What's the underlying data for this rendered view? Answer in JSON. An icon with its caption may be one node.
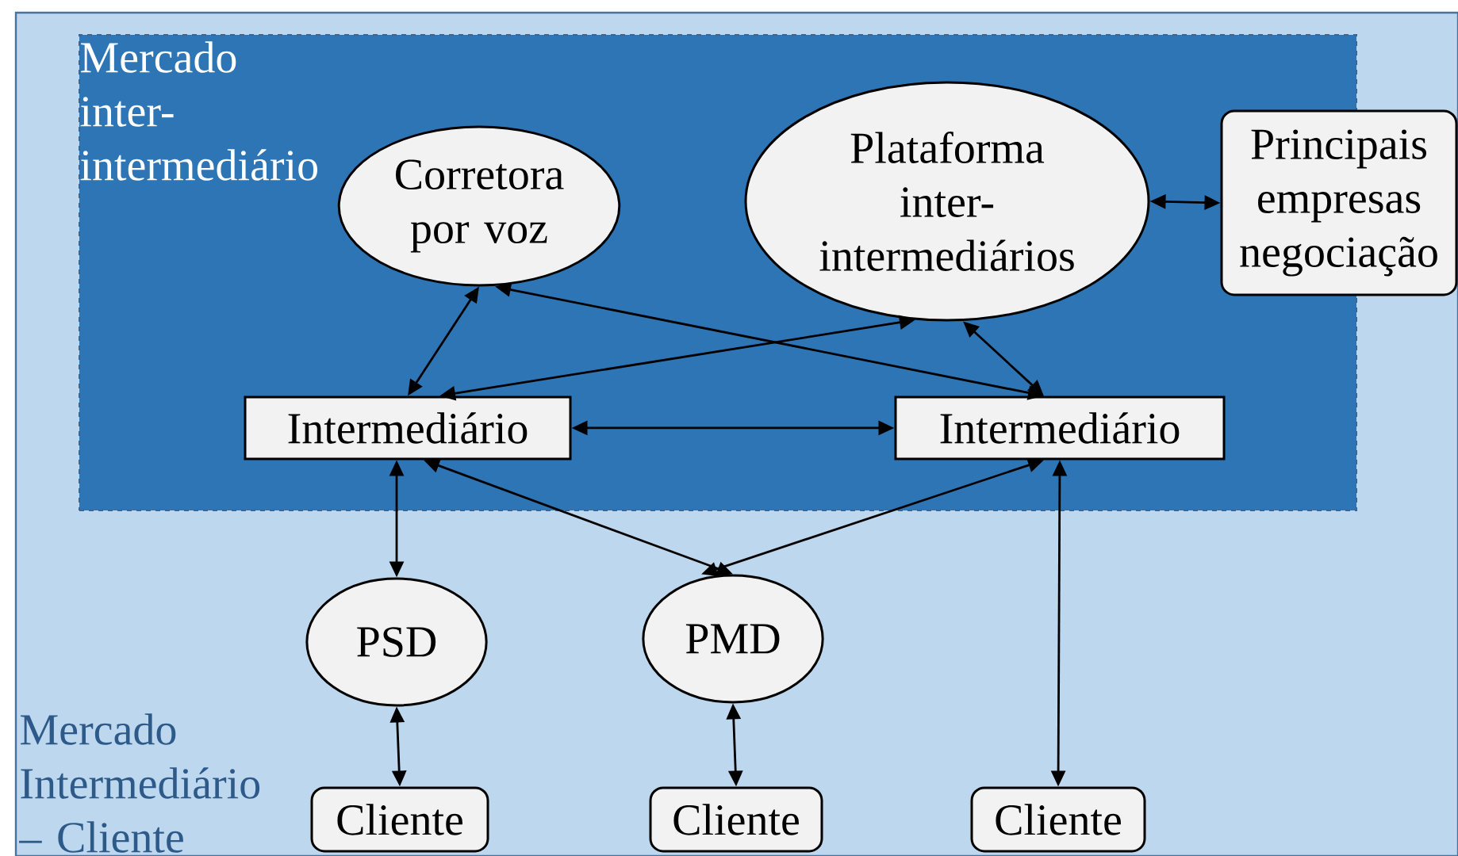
{
  "diagram": {
    "nodes": [
      {
        "text": [
          "Mercado Intermediário – Cliente"
        ]
      },
      {
        "text": [
          "Mercado inter-intermediário"
        ],
        "in": 0
      },
      {
        "text": [
          "Corretora por voz"
        ],
        "in": 1
      },
      {
        "text": [
          "Plataforma inter-intermediários"
        ],
        "in": 1
      },
      {
        "text": [
          "Principais empresas negociação"
        ],
        "in": 0
      },
      {
        "text": [
          "Intermediário"
        ],
        "in": 1
      },
      {
        "text": [
          "Intermediário"
        ],
        "in": 1
      },
      {
        "text": [
          "PSD"
        ],
        "in": 0
      },
      {
        "text": [
          "PMD"
        ],
        "in": 0
      },
      {
        "text": [
          "Cliente"
        ],
        "in": 0
      },
      {
        "text": [
          "Cliente"
        ],
        "in": 0
      },
      {
        "text": [
          "Cliente"
        ],
        "in": 0
      }
    ],
    "edges": [
      {
        "from": 2,
        "to": 5,
        "arrow": "both"
      },
      {
        "from": 5,
        "to": 3,
        "arrow": "both"
      },
      {
        "from": 2,
        "to": 6,
        "arrow": "both"
      },
      {
        "from": 3,
        "to": 6,
        "arrow": "both"
      },
      {
        "from": 3,
        "to": 4,
        "arrow": "both"
      },
      {
        "from": 5,
        "to": 6,
        "arrow": "both"
      },
      {
        "from": 5,
        "to": 7,
        "arrow": "both"
      },
      {
        "from": 5,
        "to": 8,
        "arrow": "both"
      },
      {
        "from": 6,
        "to": 8,
        "arrow": "both"
      },
      {
        "from": 6,
        "to": 11,
        "arrow": "both"
      },
      {
        "from": 7,
        "to": 9,
        "arrow": "both"
      },
      {
        "from": 8,
        "to": 10,
        "arrow": "both"
      }
    ]
  }
}
